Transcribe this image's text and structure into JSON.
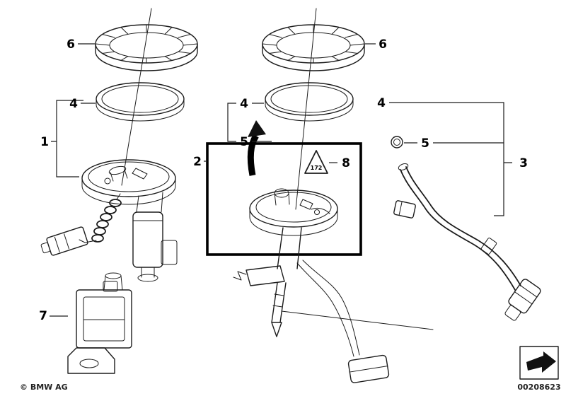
{
  "diagram": {
    "callouts": {
      "n1": "1",
      "n2": "2",
      "n3": "3",
      "n4_left": "4",
      "n4_center": "4",
      "n4_right": "4",
      "n5_left": "5",
      "n5_right": "5",
      "n6_left": "6",
      "n6_center": "6",
      "n7": "7",
      "n8": "8"
    },
    "warning_triangle_label": "172",
    "footer": {
      "copyright": "© BMW AG",
      "part_number": "00208623"
    }
  }
}
